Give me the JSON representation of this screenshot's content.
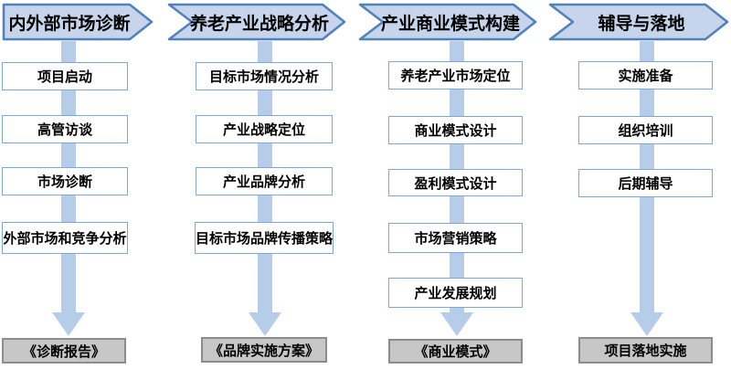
{
  "colors": {
    "header_fill": "#c6d5ec",
    "header_border": "#4f81bd",
    "arrow_fill": "#b6cde9",
    "box_border": "#7da7d8",
    "deliverable_fill": "#c6c6c6",
    "deliverable_border": "#8c8c8c",
    "text": "#000000"
  },
  "phases": [
    {
      "header": "内外部市场诊断",
      "steps": [
        "项目启动",
        "高管访谈",
        "市场诊断",
        "外部市场和竞争分析"
      ],
      "deliverable": "《诊断报告》"
    },
    {
      "header": "养老产业战略分析",
      "steps": [
        "目标市场情况分析",
        "产业战略定位",
        "产业品牌分析",
        "目标市场品牌传播策略"
      ],
      "deliverable": "《品牌实施方案》"
    },
    {
      "header": "产业商业模式构建",
      "steps": [
        "养老产业市场定位",
        "商业模式设计",
        "盈利模式设计",
        "市场营销策略",
        "产业发展规划"
      ],
      "deliverable": "《商业模式》"
    },
    {
      "header": "辅导与落地",
      "steps": [
        "实施准备",
        "组织培训",
        "后期辅导"
      ],
      "deliverable": "项目落地实施"
    }
  ]
}
